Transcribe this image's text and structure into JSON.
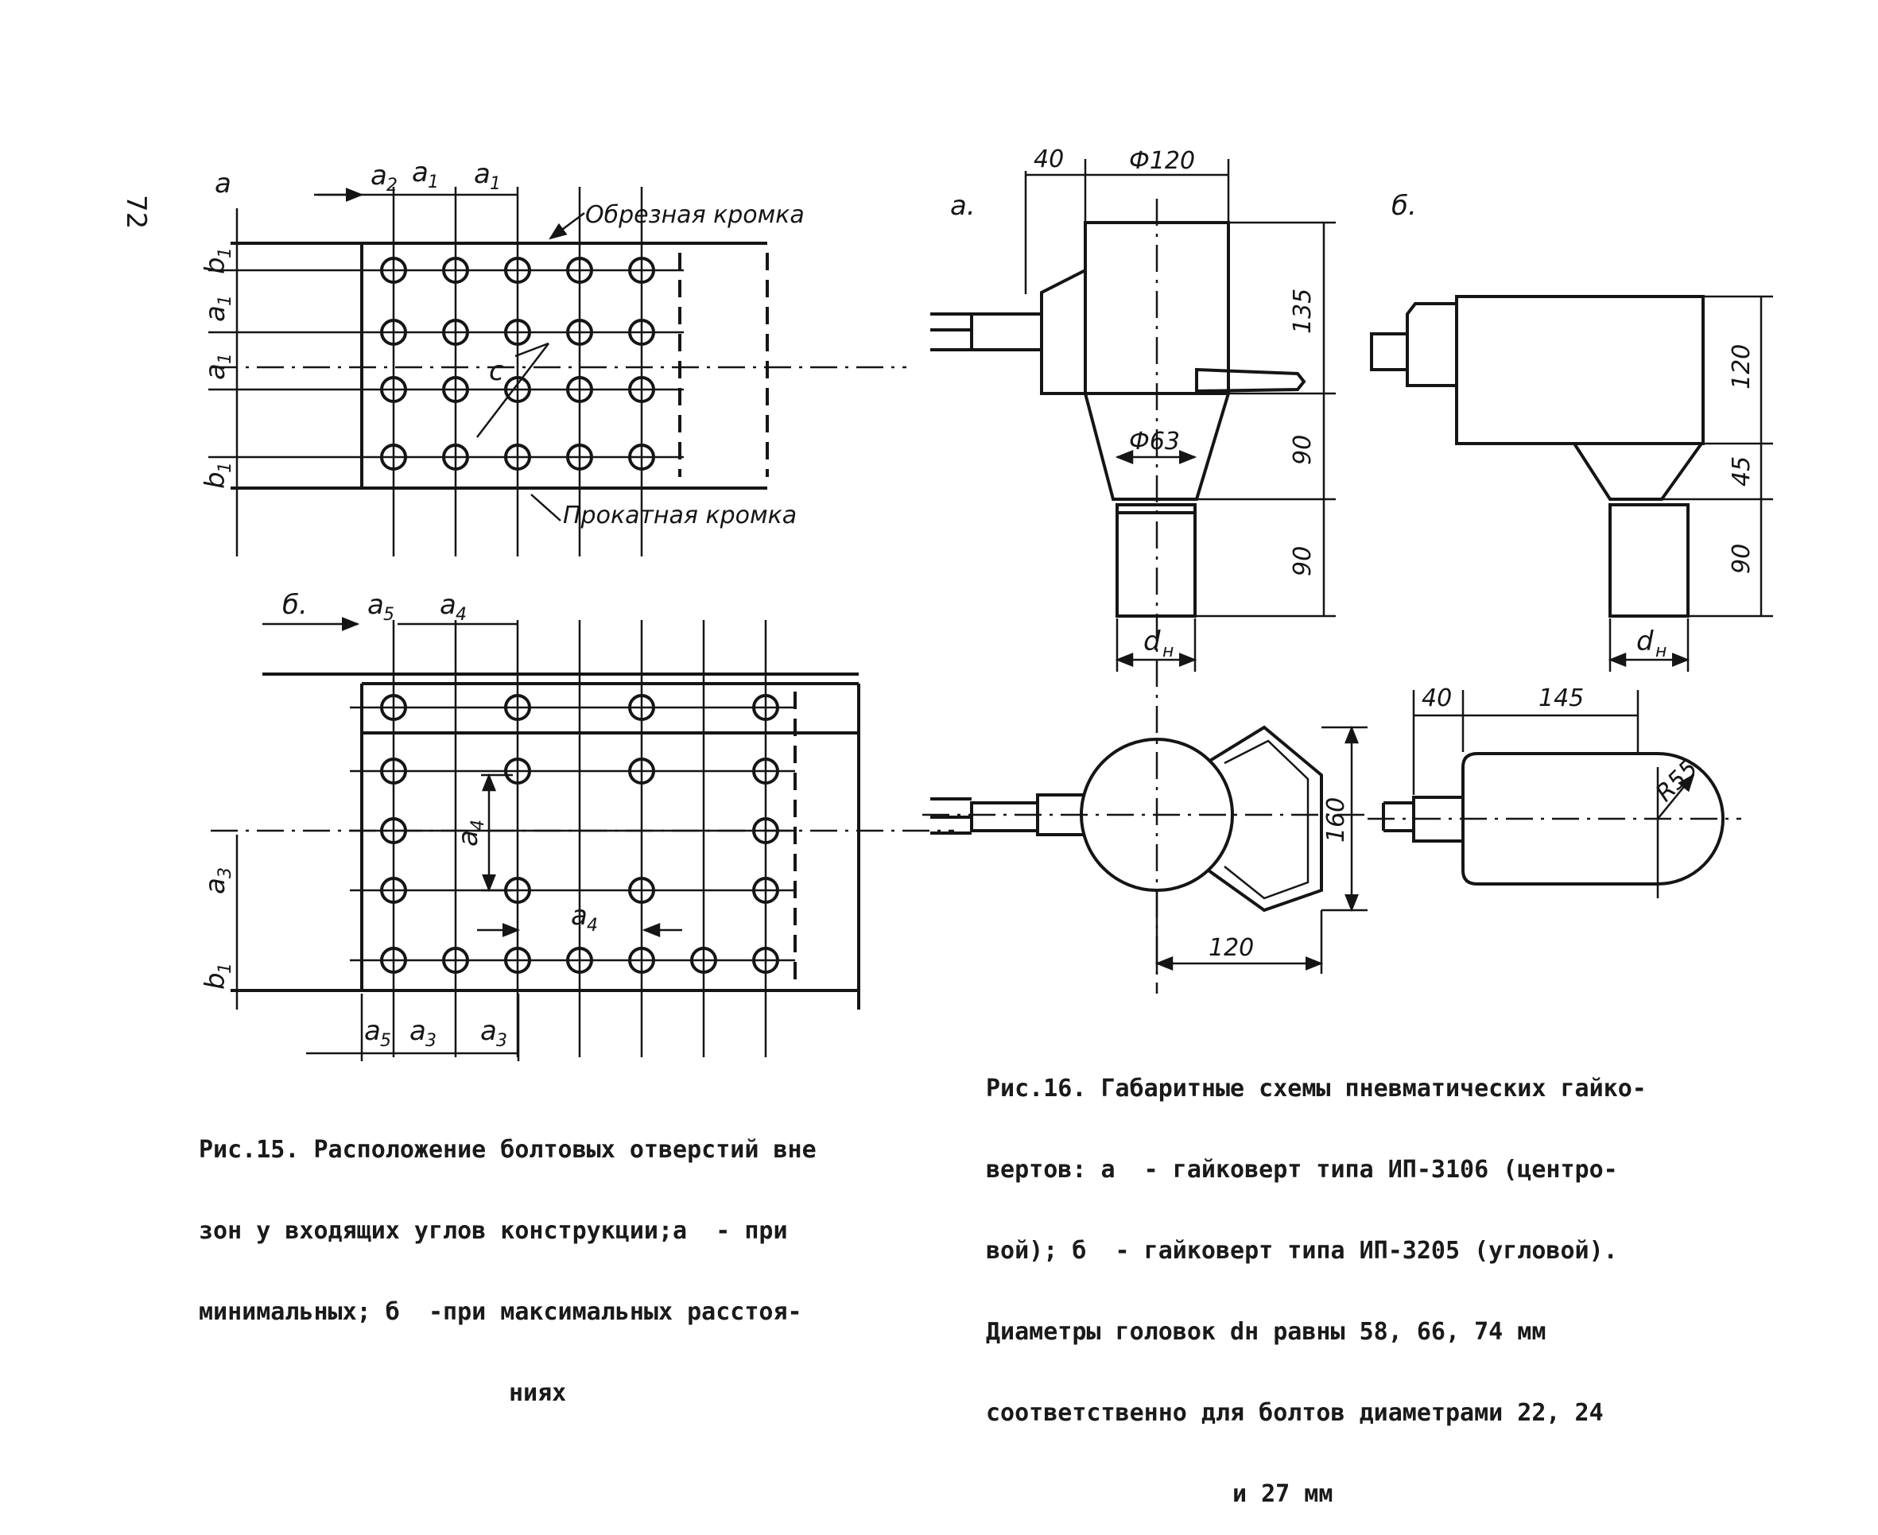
{
  "page_number": "72",
  "fig15": {
    "panel_a": "а",
    "panel_b": "б.",
    "edge_top": "Обрезная кромка",
    "edge_bottom": "Прокатная кромка",
    "letter_a": "a",
    "letter_b": "b",
    "letter_c": "c",
    "sub_1": "1",
    "sub_2": "2",
    "sub_3": "3",
    "sub_4": "4",
    "sub_5": "5",
    "caption": [
      "Рис.15. Расположение болтовых отверстий вне",
      "зон у входящих углов конструкции;а  - при",
      "минимальных; б  -при максимальных расстоя-",
      "ниях"
    ]
  },
  "fig16": {
    "panel_a": "а.",
    "panel_b": "б.",
    "dims": {
      "d40": "40",
      "phi120": "Ф120",
      "d135": "135",
      "d90": "90",
      "phi63": "Ф63",
      "d160": "160",
      "d120": "120",
      "d145": "145",
      "r55": "R55",
      "d45": "45",
      "dn": "d",
      "dn_sub": "н"
    },
    "caption": [
      "Рис.16. Габаритные схемы пневматических гайко-",
      "вертов: а  - гайковерт типа ИП-3106 (центро-",
      "вой); б  - гайковерт типа ИП-3205 (угловой).",
      "Диаметры головок dн равны 58, 66, 74 мм",
      "соответственно для болтов диаметрами 22, 24",
      "и 27 мм"
    ]
  }
}
